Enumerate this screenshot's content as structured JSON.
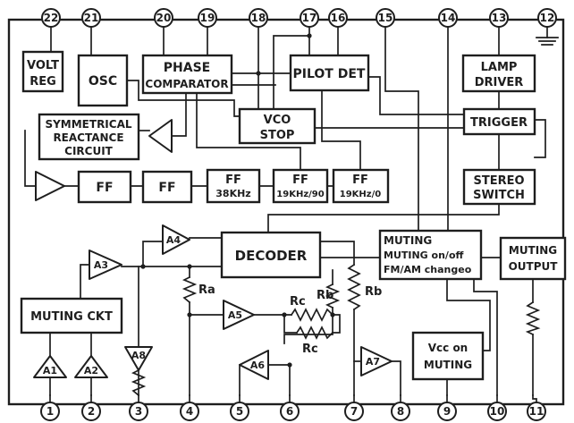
{
  "pins_top": [
    "22",
    "21",
    "20",
    "19",
    "18",
    "17",
    "16",
    "15",
    "14",
    "13",
    "12"
  ],
  "pins_bottom": [
    "1",
    "2",
    "3",
    "4",
    "5",
    "6",
    "7",
    "8",
    "9",
    "10",
    "11"
  ],
  "blocks": {
    "volt_reg": [
      "VOLT",
      "REG"
    ],
    "osc": "OSC",
    "phase_comparator": [
      "PHASE",
      "COMPARATOR"
    ],
    "pilot_det": "PILOT DET",
    "lamp_driver": [
      "LAMP",
      "DRIVER"
    ],
    "vco_stop": [
      "VCO",
      "STOP"
    ],
    "trigger": "TRIGGER",
    "symmetrical_reactance_circuit": [
      "SYMMETRICAL",
      "REACTANCE",
      "CIRCUIT"
    ],
    "ff_1": "FF",
    "ff_2": "FF",
    "ff_38k": [
      "FF",
      "38KHz"
    ],
    "ff_19k_90": [
      "FF",
      "19KHz/90"
    ],
    "ff_19k_0": [
      "FF",
      "19KHz/0"
    ],
    "stereo_switch": [
      "STEREO",
      "SWITCH"
    ],
    "decoder": "DECODER",
    "muting": [
      "MUTING",
      "MUTING on/off",
      "FM/AM changeo"
    ],
    "muting_output": [
      "MUTING",
      "OUTPUT"
    ],
    "muting_ckt": "MUTING CKT",
    "vcc_on_muting": [
      "Vcc on",
      "MUTING"
    ]
  },
  "amplifiers": {
    "a1": "A1",
    "a2": "A2",
    "a3": "A3",
    "a4": "A4",
    "a5": "A5",
    "a6": "A6",
    "a7": "A7",
    "a8": "A8"
  },
  "resistors": {
    "ra": "Ra",
    "rb_inner": "Rb",
    "rb_outer": "Rb",
    "rc_upper": "Rc",
    "rc_lower": "Rc"
  }
}
